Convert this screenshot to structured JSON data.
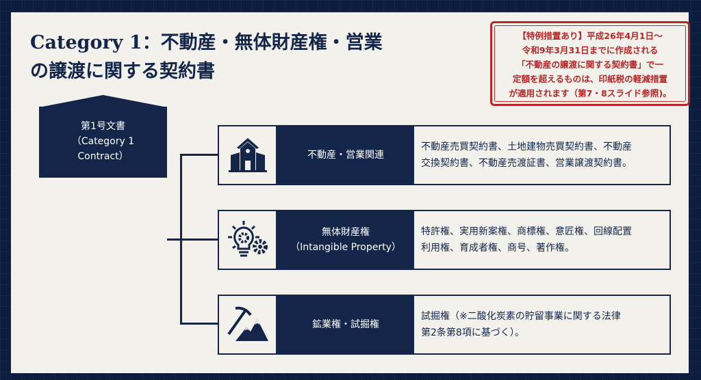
{
  "title": {
    "line1": "Category 1：不動産・無体財産権・営業",
    "line2": "の譲渡に関する契約書"
  },
  "notice": {
    "lines": [
      "【特例措置あり】平成26年4月1日～",
      "令和9年3月31日までに作成される",
      "「不動産の譲渡に関する契約書」で一",
      "定額を超えるものは、印紙税の軽減措置",
      "が適用されます（第7・8スライド参照)。"
    ]
  },
  "root": {
    "lines": [
      "第1号文書",
      "（Category 1",
      "Contract）"
    ]
  },
  "rows": [
    {
      "icon": "building-icon",
      "label": [
        "不動産・営業関連"
      ],
      "desc": [
        "不動産売買契約書、土地建物売買契約書、不動産",
        "交換契約書、不動産売渡証書、営業譲渡契約書。"
      ]
    },
    {
      "icon": "lightbulb-gear-icon",
      "label": [
        "無体財産権",
        "（Intangible Property）"
      ],
      "desc": [
        "特許権、実用新案権、商標権、意匠権、回線配置",
        "利用権、育成者権、商号、著作権。"
      ]
    },
    {
      "icon": "pickaxe-mountain-icon",
      "label": [
        "鉱業権・試掘権"
      ],
      "desc": [
        "試掘権（※二酸化炭素の貯留事業に関する法律",
        "第2条第8項に基づく）。"
      ]
    }
  ],
  "colors": {
    "navy": "#13264a",
    "red": "#b62828",
    "bg": "#f2f1ec"
  }
}
